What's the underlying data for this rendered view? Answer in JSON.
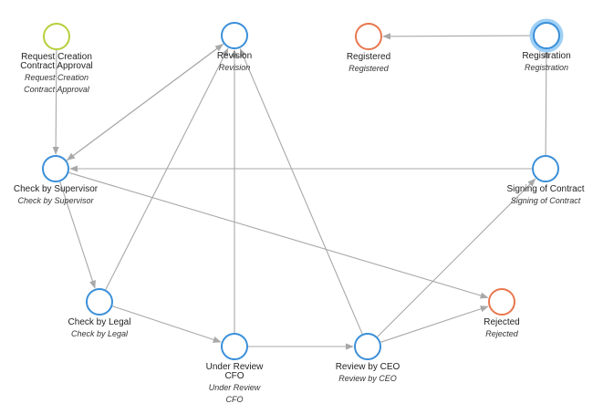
{
  "colors": {
    "start": "#b6cf3c",
    "task": "#3a8fd9",
    "end": "#e8774e",
    "selected_glow": "#9fd0f5",
    "edge": "#a8a8a8"
  },
  "nodes": [
    {
      "id": "request",
      "kind": "start",
      "label": [
        "Request Creation",
        "Contract Approval"
      ],
      "sublabel": [
        "Request Creation",
        "Contract Approval"
      ]
    },
    {
      "id": "revision",
      "kind": "task",
      "label": [
        "Revision"
      ],
      "sublabel": [
        "Revision"
      ]
    },
    {
      "id": "registered",
      "kind": "end",
      "label": [
        "Registered"
      ],
      "sublabel": [
        "Registered"
      ]
    },
    {
      "id": "registration",
      "kind": "task",
      "selected": true,
      "label": [
        "Registration"
      ],
      "sublabel": [
        "Registration"
      ]
    },
    {
      "id": "supervisor",
      "kind": "task",
      "label": [
        "Check by Supervisor"
      ],
      "sublabel": [
        "Check by Supervisor"
      ]
    },
    {
      "id": "signing",
      "kind": "task",
      "label": [
        "Signing of Contract"
      ],
      "sublabel": [
        "Signing of Contract"
      ]
    },
    {
      "id": "legal",
      "kind": "task",
      "label": [
        "Check by Legal"
      ],
      "sublabel": [
        "Check by Legal"
      ]
    },
    {
      "id": "rejected",
      "kind": "end",
      "label": [
        "Rejected"
      ],
      "sublabel": [
        "Rejected"
      ]
    },
    {
      "id": "cfo",
      "kind": "task",
      "label": [
        "Under Review",
        "CFO"
      ],
      "sublabel": [
        "Under Review",
        "CFO"
      ]
    },
    {
      "id": "ceo",
      "kind": "task",
      "label": [
        "Review by CEO"
      ],
      "sublabel": [
        "Review by CEO"
      ]
    }
  ],
  "edges": [
    {
      "from": "request",
      "to": "supervisor"
    },
    {
      "from": "registration",
      "to": "registered"
    },
    {
      "from": "signing",
      "to": "registration"
    },
    {
      "from": "signing",
      "to": "supervisor"
    },
    {
      "from": "revision",
      "to": "supervisor"
    },
    {
      "from": "supervisor",
      "to": "revision"
    },
    {
      "from": "supervisor",
      "to": "legal"
    },
    {
      "from": "supervisor",
      "to": "rejected"
    },
    {
      "from": "legal",
      "to": "revision"
    },
    {
      "from": "legal",
      "to": "cfo"
    },
    {
      "from": "cfo",
      "to": "revision"
    },
    {
      "from": "cfo",
      "to": "ceo"
    },
    {
      "from": "ceo",
      "to": "revision"
    },
    {
      "from": "ceo",
      "to": "signing"
    },
    {
      "from": "ceo",
      "to": "rejected"
    }
  ]
}
